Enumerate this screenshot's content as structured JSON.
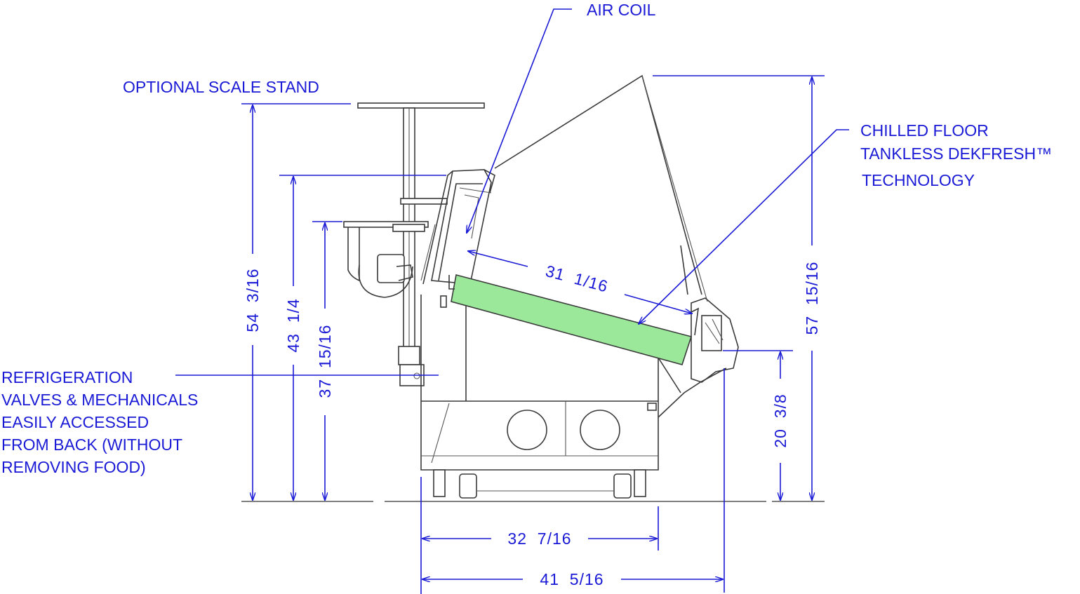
{
  "callouts": {
    "air_coil": "AIR COIL",
    "scale_stand": "OPTIONAL SCALE STAND",
    "chilled_floor": [
      "CHILLED FLOOR",
      "TANKLESS DEKFRESH™",
      "TECHNOLOGY"
    ],
    "refrigeration": [
      "REFRIGERATION",
      "VALVES & MECHANICALS",
      "EASILY ACCESSED",
      "FROM BACK (WITHOUT",
      "REMOVING FOOD)"
    ]
  },
  "dimensions": {
    "scale_stand_height": "54  3/16",
    "rear_wall_height": "43  1/4",
    "work_shelf_height": "37  15/16",
    "deck_length": "31  1/16",
    "overall_height": "57  15/16",
    "front_rail_height": "20  3/8",
    "base_depth": "32  7/16",
    "overall_depth": "41  5/16"
  },
  "colors": {
    "annotation": "#1a1ad6",
    "chilled_deck": "#9be89b",
    "linework": "#3a3a3a"
  }
}
